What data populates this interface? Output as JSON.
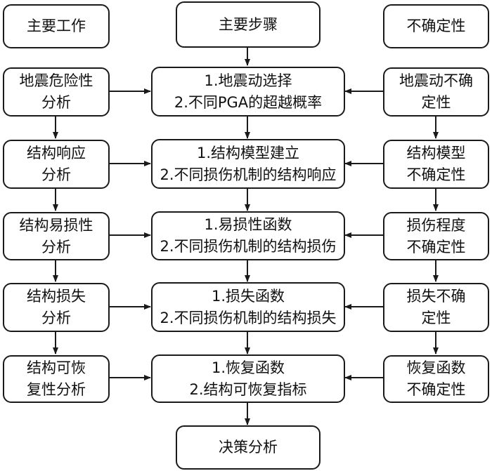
{
  "headers": {
    "left": "主要工作",
    "middle": "主要步骤",
    "right": "不确定性"
  },
  "rows": [
    {
      "left": [
        "地震危险性",
        "分析"
      ],
      "middle": [
        "1.地震动选择",
        "2.不同PGA的超越概率"
      ],
      "right": [
        "地震动不确",
        "定性"
      ]
    },
    {
      "left": [
        "结构响应",
        "分析"
      ],
      "middle": [
        "1.结构模型建立",
        "2.不同损伤机制的结构响应"
      ],
      "right": [
        "结构模型",
        "不确定性"
      ]
    },
    {
      "left": [
        "结构易损性",
        "分析"
      ],
      "middle": [
        "1.易损性函数",
        "2.不同损伤机制的结构损伤"
      ],
      "right": [
        "损伤程度",
        "不确定性"
      ]
    },
    {
      "left": [
        "结构损失",
        "分析"
      ],
      "middle": [
        "1.损失函数",
        "2.不同损伤机制的结构损失"
      ],
      "right": [
        "损失不确",
        "定性"
      ]
    },
    {
      "left": [
        "结构可恢",
        "复性分析"
      ],
      "middle": [
        "1.恢复函数",
        "2.结构可恢复指标"
      ],
      "right": [
        "恢复函数",
        "不确定性"
      ]
    }
  ],
  "final": "决策分析"
}
